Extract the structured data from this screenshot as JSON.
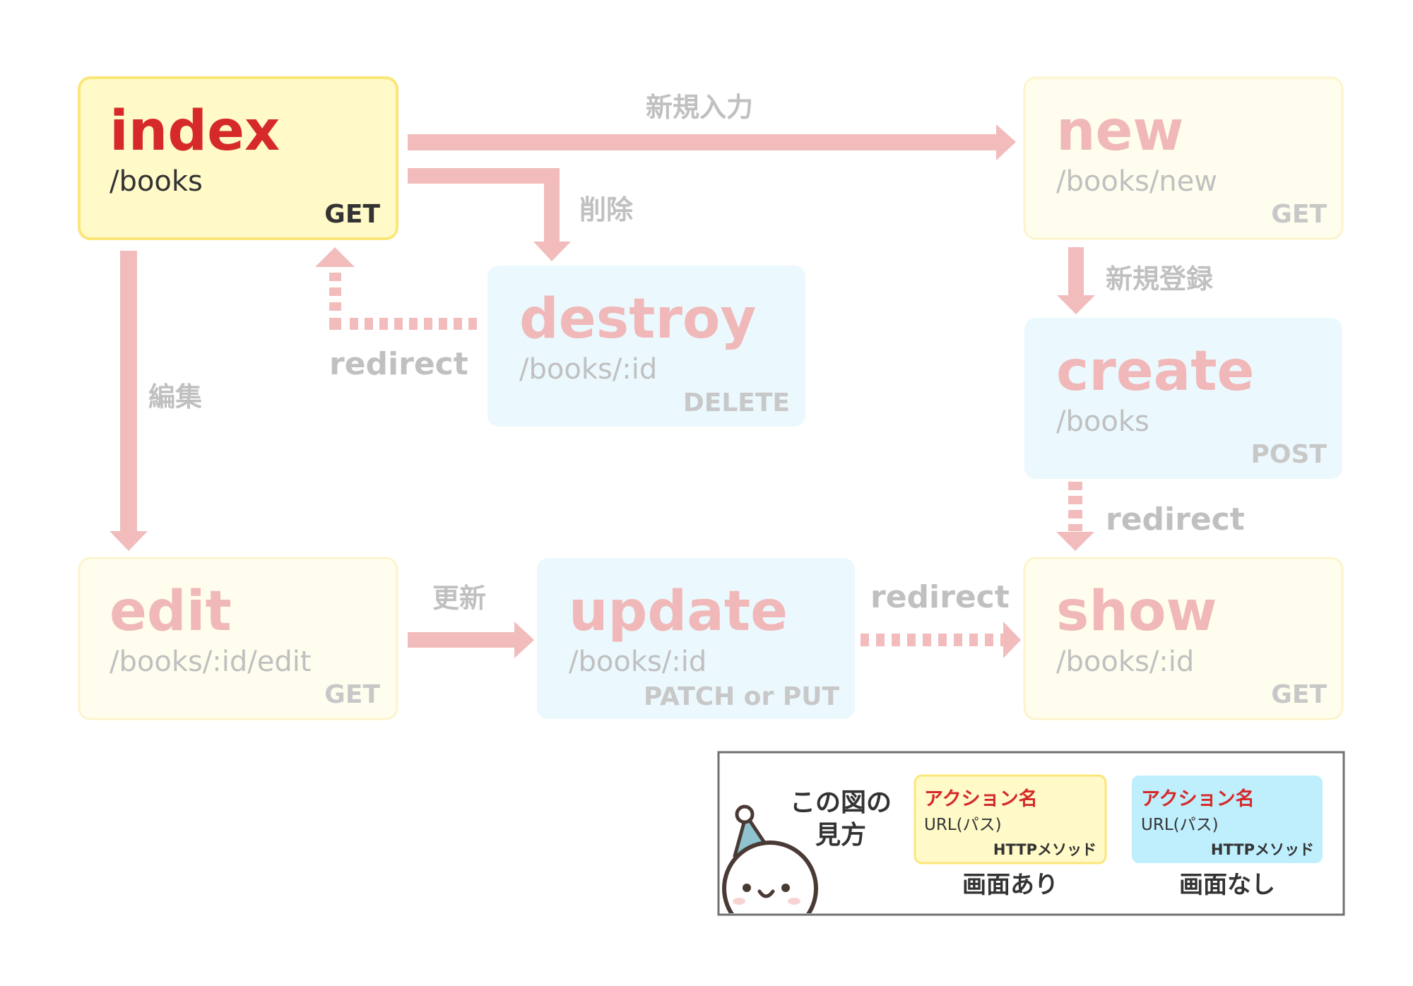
{
  "colors": {
    "screen_fill": "#fffac8",
    "screen_stroke": "#fbe67a",
    "noscreen_fill": "#ebf8fd",
    "active_title": "#d62a2a",
    "faded_title": "#f0b8b8",
    "faded_text": "#c0c0c0",
    "active_text": "#333333",
    "arrow": "#f2bcbc",
    "legend_border": "#707070"
  },
  "nodes": {
    "index": {
      "name": "index",
      "path": "/books",
      "method": "GET"
    },
    "new": {
      "name": "new",
      "path": "/books/new",
      "method": "GET"
    },
    "destroy": {
      "name": "destroy",
      "path": "/books/:id",
      "method": "DELETE"
    },
    "create": {
      "name": "create",
      "path": "/books",
      "method": "POST"
    },
    "edit": {
      "name": "edit",
      "path": "/books/:id/edit",
      "method": "GET"
    },
    "update": {
      "name": "update",
      "path": "/books/:id",
      "method": "PATCH or PUT"
    },
    "show": {
      "name": "show",
      "path": "/books/:id",
      "method": "GET"
    }
  },
  "edges": {
    "new_input": "新規入力",
    "delete": "削除",
    "register": "新規登録",
    "edit": "編集",
    "update": "更新",
    "redirect_destroy": "redirect",
    "redirect_create": "redirect",
    "redirect_update": "redirect"
  },
  "legend": {
    "heading_line1": "この図の",
    "heading_line2": "見方",
    "screen_box": {
      "action": "アクション名",
      "url": "URL(パス)",
      "method": "HTTPメソッド",
      "caption": "画面あり"
    },
    "noscreen_box": {
      "action": "アクション名",
      "url": "URL(パス)",
      "method": "HTTPメソッド",
      "caption": "画面なし"
    }
  }
}
